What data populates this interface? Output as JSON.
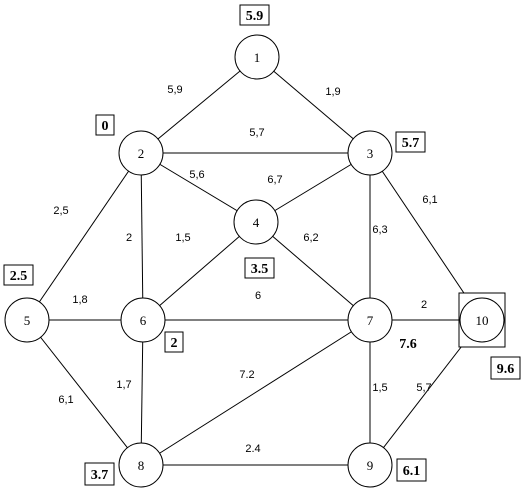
{
  "nodes": [
    {
      "id": "1",
      "label": "1",
      "value": "5.9"
    },
    {
      "id": "2",
      "label": "2",
      "value": "0"
    },
    {
      "id": "3",
      "label": "3",
      "value": "5.7"
    },
    {
      "id": "4",
      "label": "4",
      "value": "3.5"
    },
    {
      "id": "5",
      "label": "5",
      "value": "2.5"
    },
    {
      "id": "6",
      "label": "6",
      "value": "2"
    },
    {
      "id": "7",
      "label": "7",
      "value": "7.6"
    },
    {
      "id": "8",
      "label": "8",
      "value": "3.7"
    },
    {
      "id": "9",
      "label": "9",
      "value": "6.1"
    },
    {
      "id": "10",
      "label": "10",
      "value": "9.6"
    }
  ],
  "edges": [
    {
      "from": "1",
      "to": "2",
      "weight": "5,9"
    },
    {
      "from": "1",
      "to": "3",
      "weight": "1,9"
    },
    {
      "from": "2",
      "to": "3",
      "weight": "5,7"
    },
    {
      "from": "2",
      "to": "4",
      "weight": "5,6"
    },
    {
      "from": "3",
      "to": "4",
      "weight": "6,7"
    },
    {
      "from": "2",
      "to": "5",
      "weight": "2,5"
    },
    {
      "from": "2",
      "to": "6",
      "weight": "2"
    },
    {
      "from": "4",
      "to": "6",
      "weight": "1,5"
    },
    {
      "from": "4",
      "to": "7",
      "weight": "6,2"
    },
    {
      "from": "3",
      "to": "7",
      "weight": "6,3"
    },
    {
      "from": "3",
      "to": "10",
      "weight": "6,1"
    },
    {
      "from": "5",
      "to": "6",
      "weight": "1,8"
    },
    {
      "from": "6",
      "to": "7",
      "weight": "6"
    },
    {
      "from": "7",
      "to": "10",
      "weight": "2"
    },
    {
      "from": "5",
      "to": "8",
      "weight": "6,1"
    },
    {
      "from": "6",
      "to": "8",
      "weight": "1,7"
    },
    {
      "from": "7",
      "to": "8",
      "weight": "7.2"
    },
    {
      "from": "7",
      "to": "9",
      "weight": "1,5"
    },
    {
      "from": "8",
      "to": "9",
      "weight": "2.4"
    },
    {
      "from": "9",
      "to": "10",
      "weight": "5,7"
    }
  ]
}
